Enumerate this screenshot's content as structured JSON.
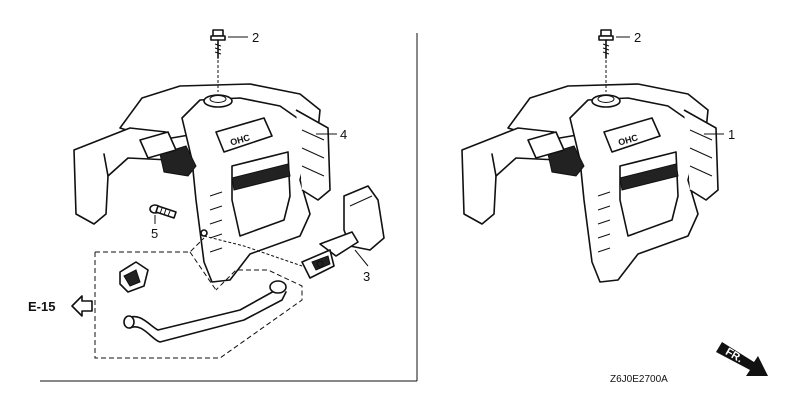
{
  "callouts": {
    "bolt_left": "2",
    "bolt_right": "2",
    "cover_left": "4",
    "cover_right": "1",
    "screw": "5",
    "lever": "3"
  },
  "reference": "E-15",
  "diagram_code": "Z6J0E2700A",
  "direction": "FR."
}
